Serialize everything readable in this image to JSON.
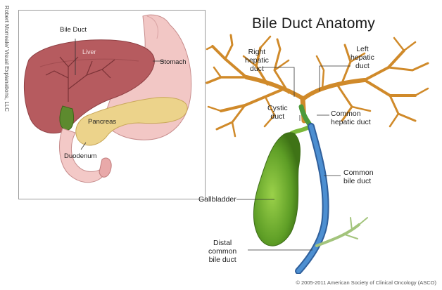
{
  "title": "Bile Duct Anatomy",
  "credit_vertical": "Robert Morreale/ Visual Explanations, LLC",
  "copyright": "© 2005-2011 American Society of Clinical Oncology (ASCO)",
  "inset": {
    "labels": {
      "bile_duct": "Bile Duct",
      "liver": "Liver",
      "stomach": "Stomach",
      "pancreas": "Pancreas",
      "duodenum": "Duodenum"
    }
  },
  "labels": {
    "right_hepatic_duct": [
      "Right",
      "hepatic",
      "duct"
    ],
    "left_hepatic_duct": [
      "Left",
      "hepatic",
      "duct"
    ],
    "cystic_duct": [
      "Cystic",
      "duct"
    ],
    "common_hepatic_duct": [
      "Common",
      "hepatic duct"
    ],
    "common_bile_duct": [
      "Common",
      "bile duct"
    ],
    "gallbladder": [
      "Gallbladder"
    ],
    "distal_common_bile_duct": [
      "Distal",
      "common",
      "bile duct"
    ]
  },
  "colors": {
    "ducts": "#d08a2a",
    "common_bile_duct": "#3f7fbf",
    "gallbladder": "#6fae2e",
    "pancreatic_duct": "#9fc27a",
    "liver": "#b75a5f",
    "stomach": "#f2c4c4",
    "pancreas": "#ead08a"
  }
}
